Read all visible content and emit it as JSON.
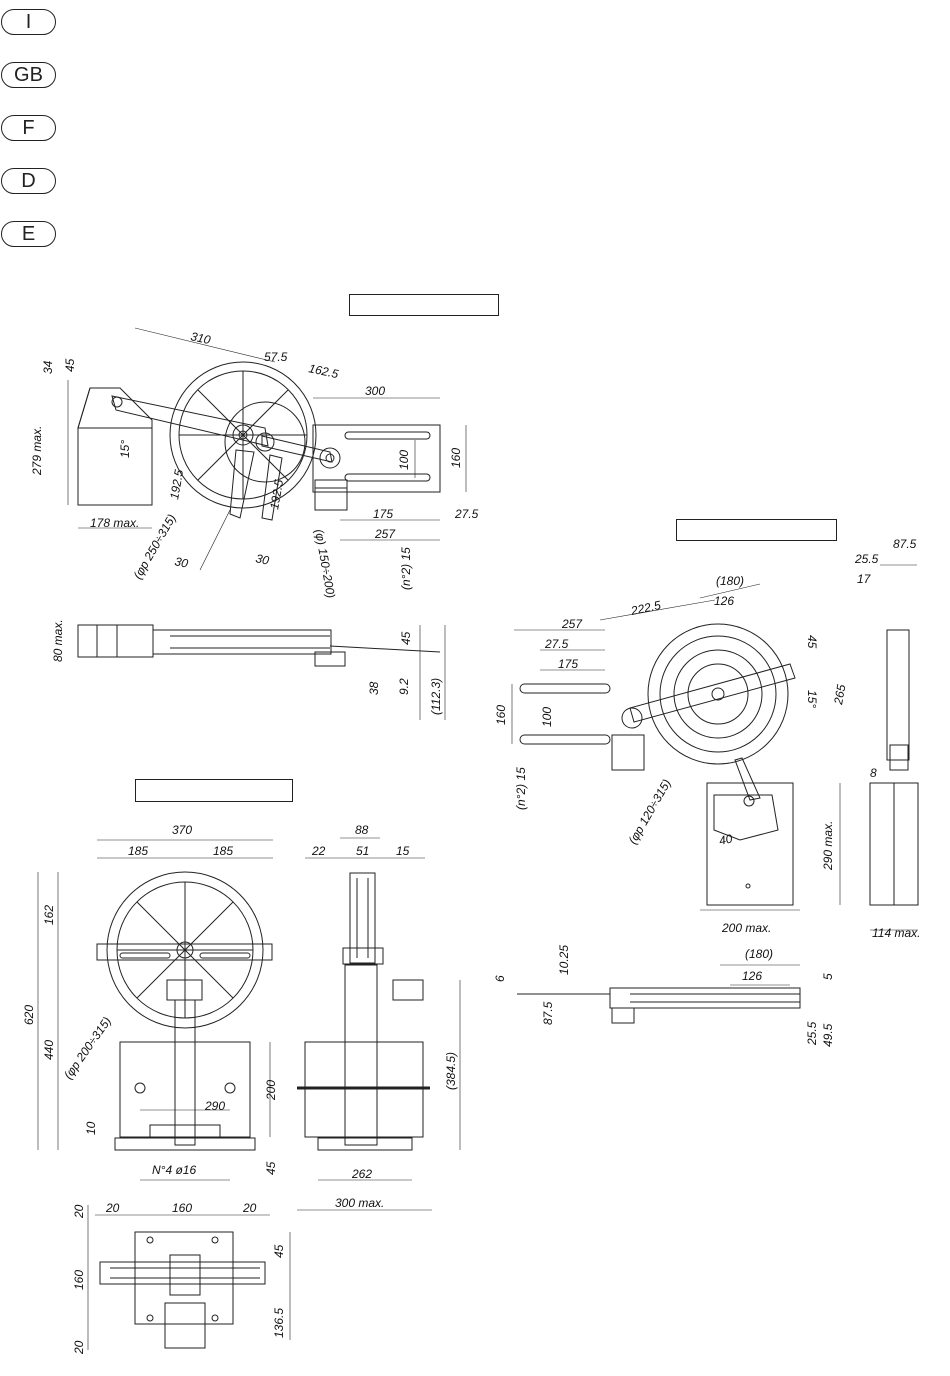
{
  "languages": [
    "I",
    "GB",
    "F",
    "D",
    "E"
  ],
  "title_boxes": [
    "",
    "",
    ""
  ],
  "dimensions": {
    "view1_top": [
      "310",
      "57.5",
      "162.5",
      "300",
      "34",
      "45",
      "279 max.",
      "15°",
      "100",
      "160",
      "178 max.",
      "192.5",
      "192.5",
      "175",
      "27.5",
      "257",
      "30",
      "30",
      "(φp 250÷315)",
      "(φ) 150÷200)",
      "(n°2) 15"
    ],
    "view1_side": [
      "80 max.",
      "45",
      "38",
      "9.2",
      "(112.3)"
    ],
    "view2_top": [
      "257",
      "222.5",
      "(180)",
      "126",
      "87.5",
      "25.5",
      "17",
      "27.5",
      "175",
      "45",
      "15°",
      "265",
      "160",
      "100",
      "(n°2) 15",
      "(φp 120÷315)",
      "40",
      "290 max.",
      "200 max.",
      "8",
      "114 max."
    ],
    "view2_side": [
      "6",
      "10.25",
      "(180)",
      "126",
      "5",
      "87.5",
      "25.5",
      "49.5"
    ],
    "view3_front": [
      "370",
      "185",
      "185",
      "162",
      "620",
      "440",
      "(φp 200÷315)",
      "200",
      "290",
      "10",
      "N°4 ø16",
      "45"
    ],
    "view3_side": [
      "88",
      "22",
      "51",
      "15",
      "(384.5)",
      "262",
      "300 max."
    ],
    "view3_top": [
      "20",
      "160",
      "20",
      "20",
      "160",
      "20",
      "45",
      "136.5"
    ]
  }
}
